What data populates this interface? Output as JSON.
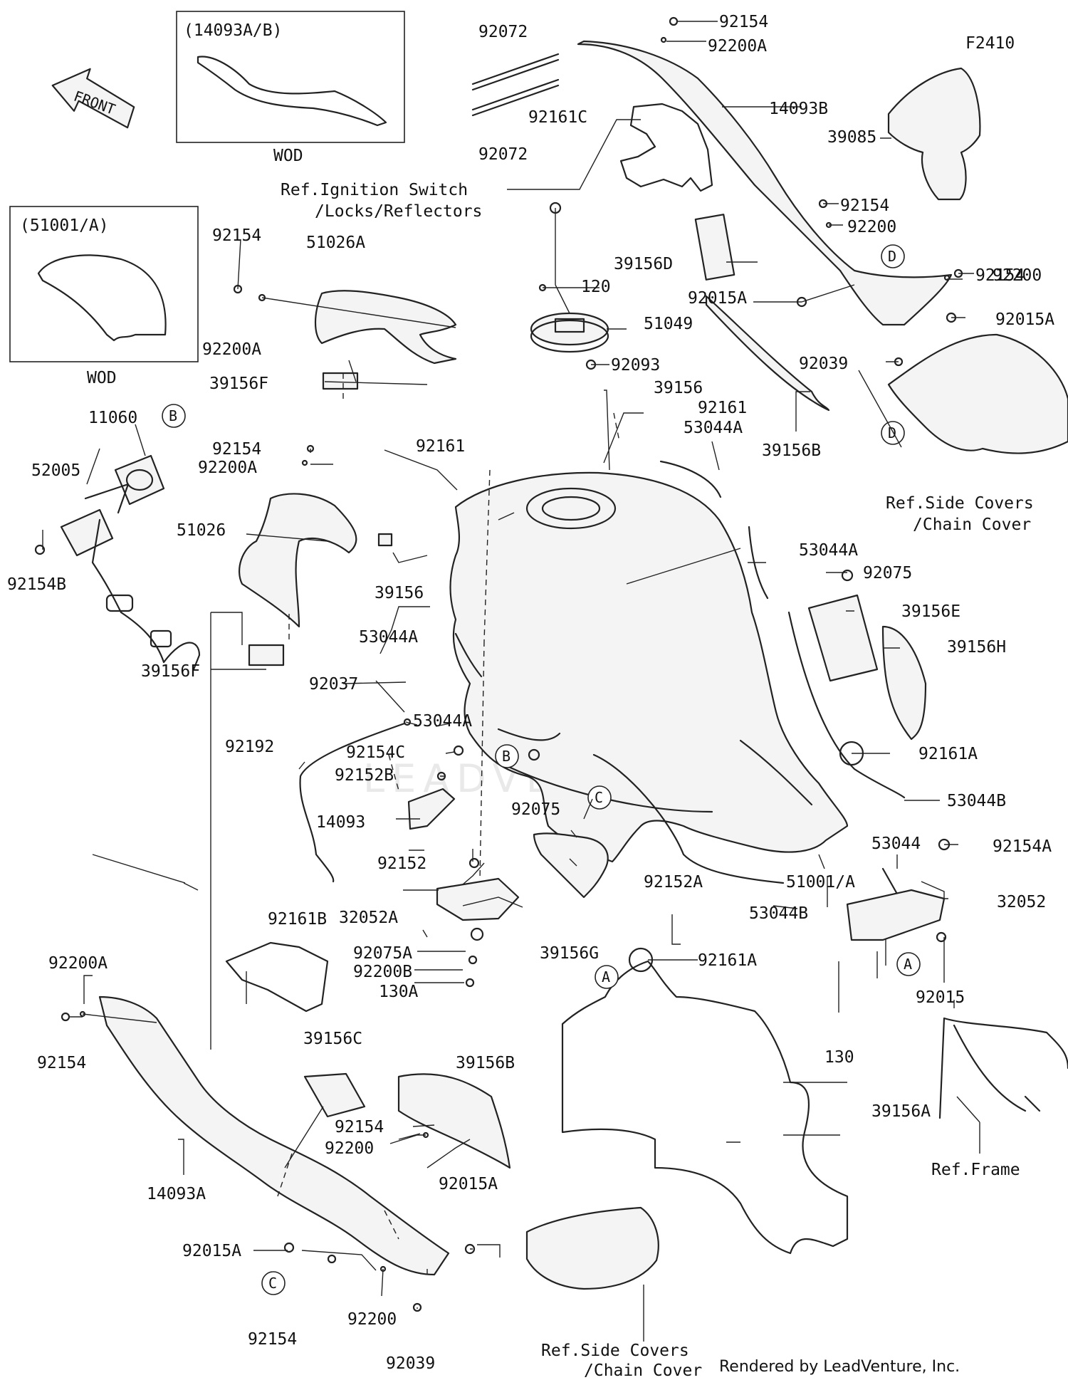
{
  "diagram": {
    "figure_code": "F2410",
    "front_label": "FRONT",
    "credit": "Rendered by LeadVenture, Inc.",
    "watermark": "LEADVENTURE",
    "inset_1": {
      "title": "(14093A/B)",
      "caption": "WOD"
    },
    "inset_2": {
      "title": "(51001/A)",
      "caption": "WOD"
    },
    "refs": {
      "ignition_1": "Ref.Ignition Switch",
      "ignition_2": "/Locks/Reflectors",
      "side_top_1": "Ref.Side Covers",
      "side_top_2": "/Chain Cover",
      "side_bottom_1": "Ref.Side Covers",
      "side_bottom_2": "/Chain Cover",
      "frame": "Ref.Frame"
    },
    "callout_letters": {
      "b": "B",
      "c": "C",
      "d": "D",
      "a": "A"
    },
    "labels": {
      "p92072_top": "92072",
      "p92072_bot": "92072",
      "p92154_top": "92154",
      "p92200A_top": "92200A",
      "p14093B": "14093B",
      "p92161C": "92161C",
      "p39085": "39085",
      "p92154_r1": "92154",
      "p92200_r1": "92200",
      "p39156D": "39156D",
      "p92154_r2": "92154",
      "p92200_r2": "92200",
      "p92015A_r": "92015A",
      "p92015A_m": "92015A",
      "p92039_r": "92039",
      "p39156B_r": "39156B",
      "p120": "120",
      "p51049": "51049",
      "p92093": "92093",
      "p39156_m": "39156",
      "p92161_m": "92161",
      "p53044A_m": "53044A",
      "p92154_l": "92154",
      "p51026A": "51026A",
      "p92200A_l": "92200A",
      "p39156F_l": "39156F",
      "p11060": "11060",
      "p52005": "52005",
      "p92154B": "92154B",
      "p92154_c": "92154",
      "p92200A_c": "92200A",
      "p92161_c": "92161",
      "p51026": "51026",
      "p39156_c": "39156",
      "p53044A_r": "53044A",
      "p92075_r": "92075",
      "p39156E": "39156E",
      "p39156H": "39156H",
      "p39156F_c": "39156F",
      "p53044A_l": "53044A",
      "p92037": "92037",
      "p53044A_l2": "53044A",
      "p92192": "92192",
      "p92154C": "92154C",
      "p92152B": "92152B",
      "p14093": "14093",
      "p92075_m": "92075",
      "p92161A_r": "92161A",
      "p53044B_r": "53044B",
      "p53044": "53044",
      "p92154A": "92154A",
      "p32052": "32052",
      "p92152": "92152",
      "p32052A": "32052A",
      "p92075A": "92075A",
      "p92200B": "92200B",
      "p130A": "130A",
      "p39156G": "39156G",
      "p92152A": "92152A",
      "p51001A": "51001/A",
      "p53044B_m": "53044B",
      "p92161A_m": "92161A",
      "p92015_r": "92015",
      "p130": "130",
      "p92161B": "92161B",
      "p92200A_bl": "92200A",
      "p92154_bl": "92154",
      "p39156C": "39156C",
      "p39156B_b": "39156B",
      "p39156A": "39156A",
      "p92154_b": "92154",
      "p92200_b": "92200",
      "p14093A": "14093A",
      "p92015A_b": "92015A",
      "p92015A_bl": "92015A",
      "p92154_bb": "92154",
      "p92200_bb": "92200",
      "p92039_b": "92039"
    }
  }
}
